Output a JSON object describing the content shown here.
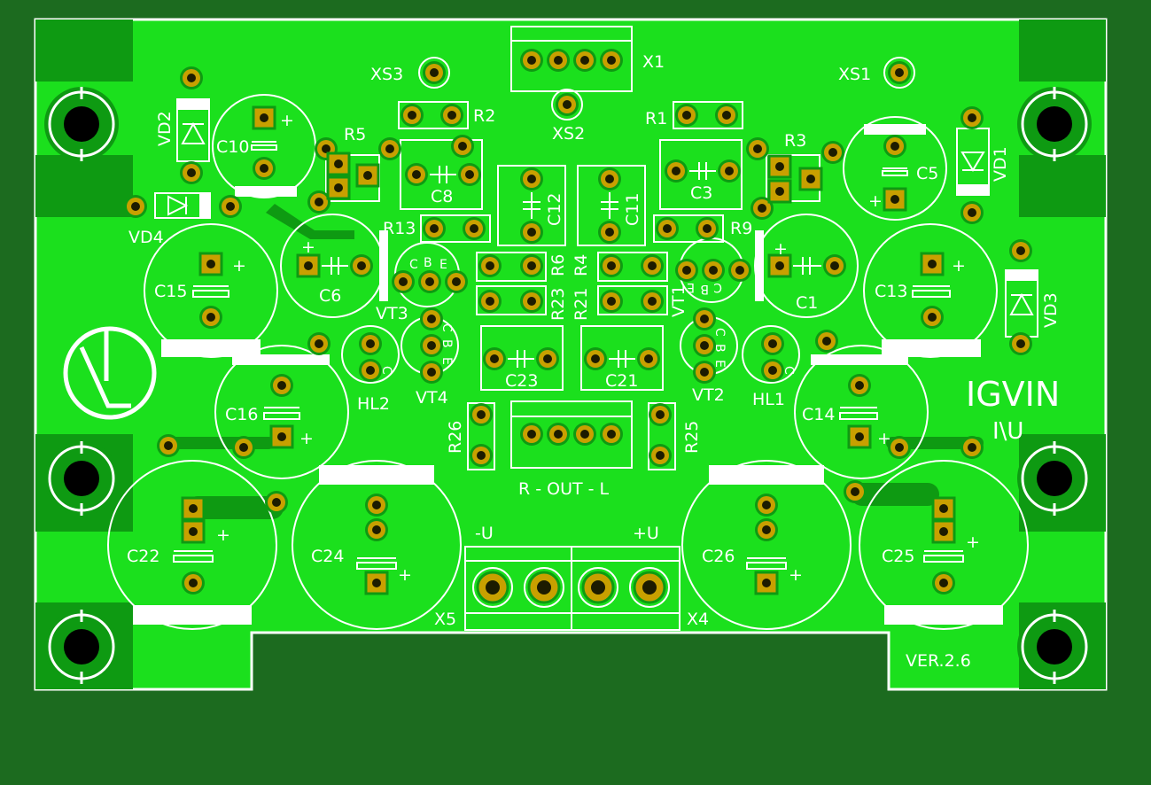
{
  "colors": {
    "background": "#1c6b1f",
    "copper_pour": "#1be01d",
    "trace": "#0e9a12",
    "pad": "#c8a000",
    "silkscreen": "#ffffff",
    "hole": "#000000"
  },
  "board": {
    "version": "VER.2.6",
    "brand": "IGVIN",
    "brand_sub": "I\\U",
    "output_label": "R - OUT - L",
    "neg_label": "-U",
    "pos_label": "+U"
  },
  "refs": {
    "X1": "X1",
    "X4": "X4",
    "X5": "X5",
    "XS1": "XS1",
    "XS2": "XS2",
    "XS3": "XS3",
    "R1": "R1",
    "R2": "R2",
    "R3": "R3",
    "R4": "R4",
    "R5": "R5",
    "R6": "R6",
    "R9": "R9",
    "R13": "R13",
    "R21": "R21",
    "R23": "R23",
    "R25": "R25",
    "R26": "R26",
    "C1": "C1",
    "C3": "C3",
    "C5": "C5",
    "C6": "C6",
    "C8": "C8",
    "C10": "C10",
    "C11": "C11",
    "C12": "C12",
    "C13": "C13",
    "C14": "C14",
    "C15": "C15",
    "C16": "C16",
    "C21": "C21",
    "C22": "C22",
    "C23": "C23",
    "C24": "C24",
    "C25": "C25",
    "C26": "C26",
    "VD1": "VD1",
    "VD2": "VD2",
    "VD3": "VD3",
    "VD4": "VD4",
    "VT1": "VT1",
    "VT2": "VT2",
    "VT3": "VT3",
    "VT4": "VT4",
    "HL1": "HL1",
    "HL2": "HL2"
  },
  "pins": {
    "c": "C",
    "b": "B",
    "e": "E",
    "plus": "+",
    "k": "C"
  }
}
